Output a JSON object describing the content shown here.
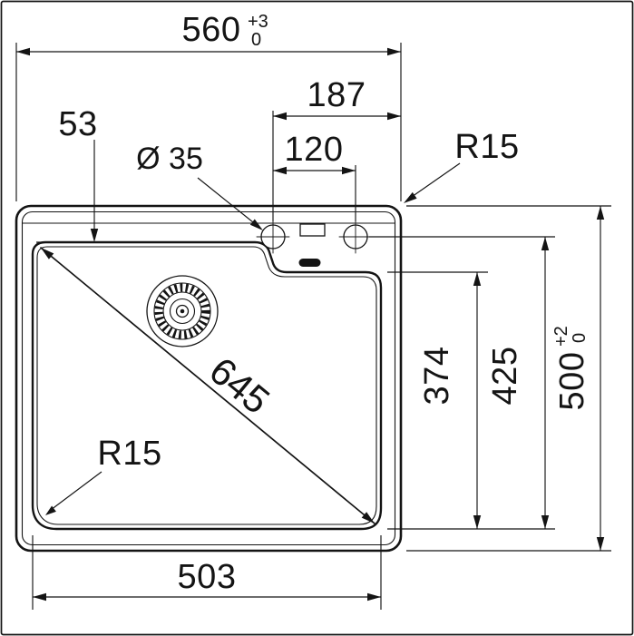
{
  "drawing_type": "sink-cutout-technical-drawing",
  "dims": {
    "width_560": {
      "value": "560",
      "tol_plus": "+3",
      "tol_minus": "0"
    },
    "offset_187": {
      "value": "187"
    },
    "spacing_120": {
      "value": "120"
    },
    "offset_53": {
      "value": "53"
    },
    "hole_diameter": {
      "value": "Ø 35"
    },
    "radius_top_right": {
      "value": "R15"
    },
    "diagonal_645": {
      "value": "645"
    },
    "depth_374": {
      "value": "374"
    },
    "depth_425": {
      "value": "425"
    },
    "height_500": {
      "value": "500",
      "tol_plus": "+2",
      "tol_minus": "0"
    },
    "bowl_width_503": {
      "value": "503"
    },
    "radius_bowl": {
      "value": "R15"
    }
  },
  "colors": {
    "line": "#141414",
    "background": "#ffffff"
  }
}
